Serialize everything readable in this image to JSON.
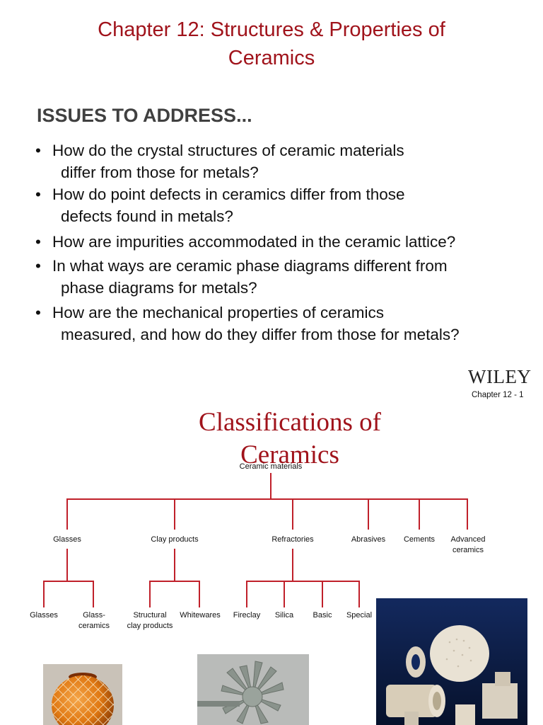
{
  "slide1": {
    "title_line1": "Chapter 12: Structures & Properties of",
    "title_line2": "Ceramics",
    "heading": "ISSUES TO ADDRESS...",
    "bullet_char": "•",
    "bullets": [
      {
        "line1": "How do the crystal structures of ceramic materials",
        "line2": "differ from those for metals?"
      },
      {
        "line1": "How do point defects in ceramics differ from those",
        "line2": "defects found in metals?"
      },
      {
        "line1": "How are impurities accommodated in the ceramic lattice?",
        "line2": ""
      },
      {
        "line1": "In what ways are ceramic phase diagrams different from",
        "line2": "phase diagrams for metals?"
      },
      {
        "line1": "How are the mechanical properties of ceramics",
        "line2": "measured, and how do they differ from those for metals?"
      }
    ],
    "publisher_logo": "WILEY",
    "page_number": "Chapter 12 -   1"
  },
  "slide2": {
    "title_line1": "Classifications of",
    "title_line2": "Ceramics",
    "tree": {
      "root": "Ceramic materials",
      "level1": [
        "Glasses",
        "Clay products",
        "Refractories",
        "Abrasives",
        "Cements",
        "Advanced\nceramics"
      ],
      "glasses_children": [
        "Glasses",
        "Glass-\nceramics"
      ],
      "clay_children": [
        "Structural\nclay products",
        "Whitewares"
      ],
      "refractory_children": [
        "Fireclay",
        "Silica",
        "Basic",
        "Special"
      ]
    },
    "photos": [
      "orange-ceramic-vase",
      "ceramic-turbine-rotor",
      "refractory-ceramic-parts"
    ]
  },
  "colors": {
    "title_red": "#a0131b",
    "tree_line": "#c0202a",
    "heading_gray": "#404040"
  }
}
